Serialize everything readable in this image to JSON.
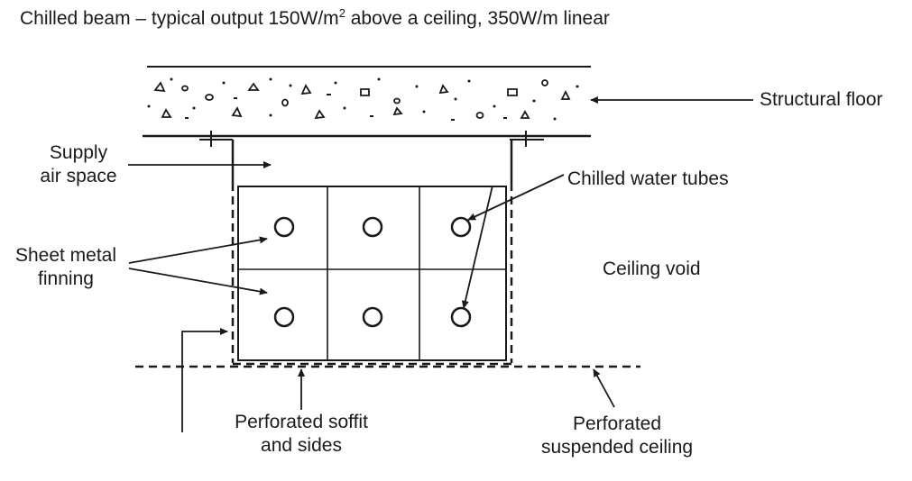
{
  "title": {
    "prefix": "Chilled beam – typical output 150W/m",
    "sup": "2",
    "suffix": " above a ceiling, 350W/m linear"
  },
  "labels": {
    "structural_floor": "Structural floor",
    "supply_air_line1": "Supply",
    "supply_air_line2": "air space",
    "chilled_water_tubes": "Chilled water tubes",
    "sheet_metal_line1": "Sheet metal",
    "sheet_metal_line2": "finning",
    "ceiling_void": "Ceiling void",
    "soffit_line1": "Perforated  soffit",
    "soffit_line2": "and sides",
    "ceiling_line1": "Perforated",
    "ceiling_line2": "suspended ceiling"
  },
  "colors": {
    "ink": "#1a1a1a",
    "background": "#ffffff"
  }
}
